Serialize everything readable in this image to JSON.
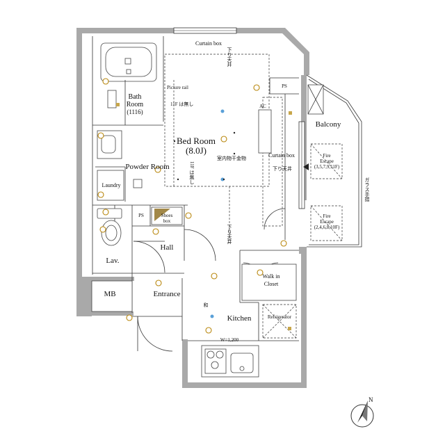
{
  "rooms": {
    "bedroom": "Bed Room",
    "bedroom_size": "(8.0J)",
    "bath": "Bath",
    "bath2": "Room",
    "bath_size": "(1116)",
    "powder": "Powder Room",
    "laundry": "Laundry",
    "lav": "Lav.",
    "hall": "Hall",
    "entrance": "Entrance",
    "mb": "MB",
    "kitchen": "Kitchen",
    "wic1": "Walk in",
    "wic2": "Closet",
    "balcony": "Balcony",
    "shoes1": "Shoes",
    "shoes2": "box"
  },
  "notes": {
    "curtain_top": "Curtain box",
    "curtain_right": "Curtain box",
    "down_ceiling_top": "下り天井",
    "down_ceiling_right": "下り天井",
    "down_ceiling_hall": "下り天井",
    "picture_rail": "Picture rail",
    "floor_note": "11F は無し",
    "floor_note_v": "11F は無し",
    "drying": "室内物干金物",
    "ps_top": "PS",
    "ps_lav": "PS",
    "ac": "AC",
    "refrigerator": "Refrigerator",
    "kitchen_width": "W=1,200",
    "fire_escape_1": "Fire",
    "fire_escape_1b": "Escape",
    "fire_escape_1c": "(3,5,7,9,11F)",
    "fire_escape_2": "Fire",
    "fire_escape_2b": "Escape",
    "fire_escape_2c": "(2,4,6,8,10F)",
    "glass_rail": "ガラス手摺",
    "washer_mark": "和",
    "compass": "N"
  }
}
